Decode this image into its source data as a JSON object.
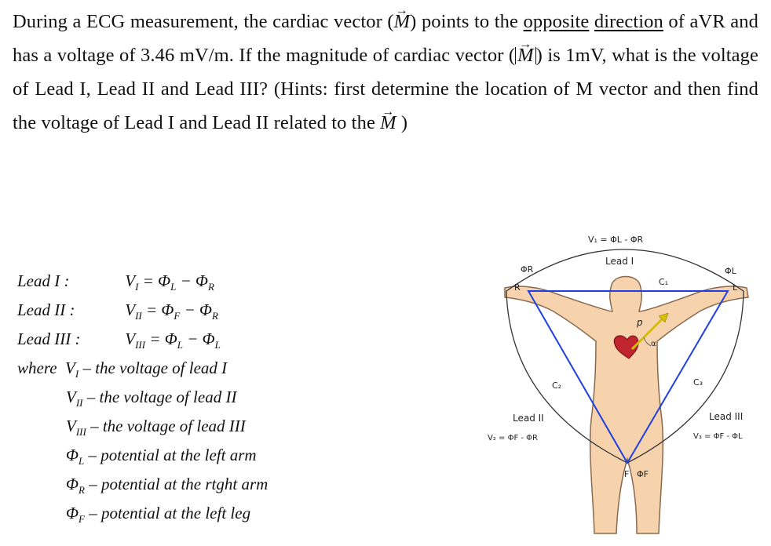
{
  "problem": {
    "p1": "During a ECG measurement, the cardiac vector (",
    "vecM": "M",
    "p2": ") points to the ",
    "u1": "opposite",
    "u2": "direction",
    "p3": " of aVR and has a voltage of 3.46 mV/m. If the magnitude of cardiac vector (",
    "p4": ") is 1mV, what is the voltage of Lead I, Lead II and Lead III? (Hints: first determine the location of M vector and then find the voltage of Lead I and Lead II related to the ",
    "p5": " )"
  },
  "formulas": {
    "lead1_label": "Lead I :",
    "lead2_label": "Lead II :",
    "lead3_label": "Lead III :",
    "where": "where",
    "def_v1": " – the voltage of lead I",
    "def_v2": " – the voltage of lead II",
    "def_v3": " – the voltage of lead III",
    "def_l": " – potential at the left arm",
    "def_r": " – potential at the rtght arm",
    "def_f": " – potential at the left leg"
  },
  "figure": {
    "top_eq": "V₁ = ΦL - ΦR",
    "lead1": "Lead I",
    "lead2": "Lead II",
    "lead3": "Lead III",
    "eq2": "V₂ = ΦF - ΦR",
    "eq3": "V₃ = ΦF - ΦL",
    "phiR": "ΦR",
    "phiL": "ΦL",
    "phiF": "ΦF",
    "R": "R",
    "L": "L",
    "F": "F",
    "c1": "C₁",
    "c2": "C₂",
    "c3": "C₃",
    "p": "p",
    "alpha": "α",
    "colors": {
      "skin": "#f7d3ad",
      "outline": "#8a6a4e",
      "triangle": "#1f3fe0",
      "arrow": "#d4c000",
      "heart": "#c0252f"
    }
  }
}
